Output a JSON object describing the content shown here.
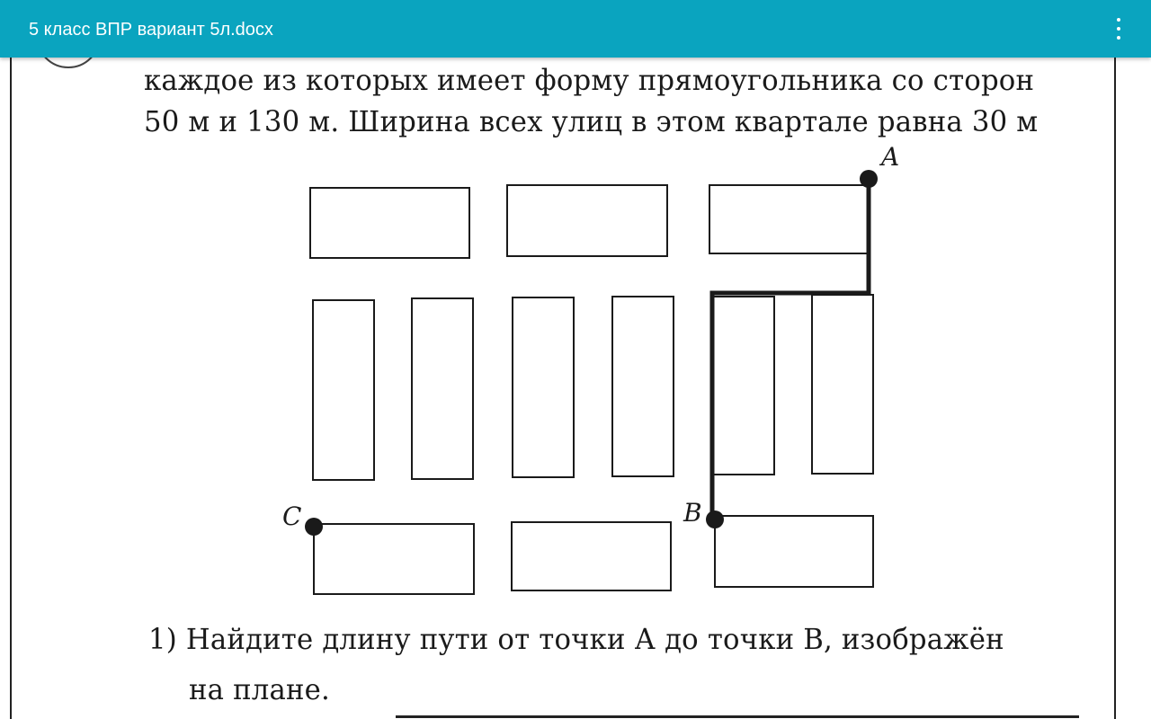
{
  "appbar": {
    "title": "5 класс ВПР вариант 5л.docx",
    "menu_icon": "more-vert-icon"
  },
  "document": {
    "lines": [
      "каждое из которых имеет форму прямоугольника со сторон",
      "50 м и 130 м. Ширина всех улиц в этом квартале равна 30 м",
      "1) Найдите длину пути от точки А до точки В, изображён",
      "на плане."
    ],
    "points": {
      "a": "A",
      "b": "B",
      "c": "C"
    }
  },
  "colors": {
    "appbar": "#0aa4bf",
    "ink": "#1a1a1a",
    "page": "#ffffff"
  }
}
